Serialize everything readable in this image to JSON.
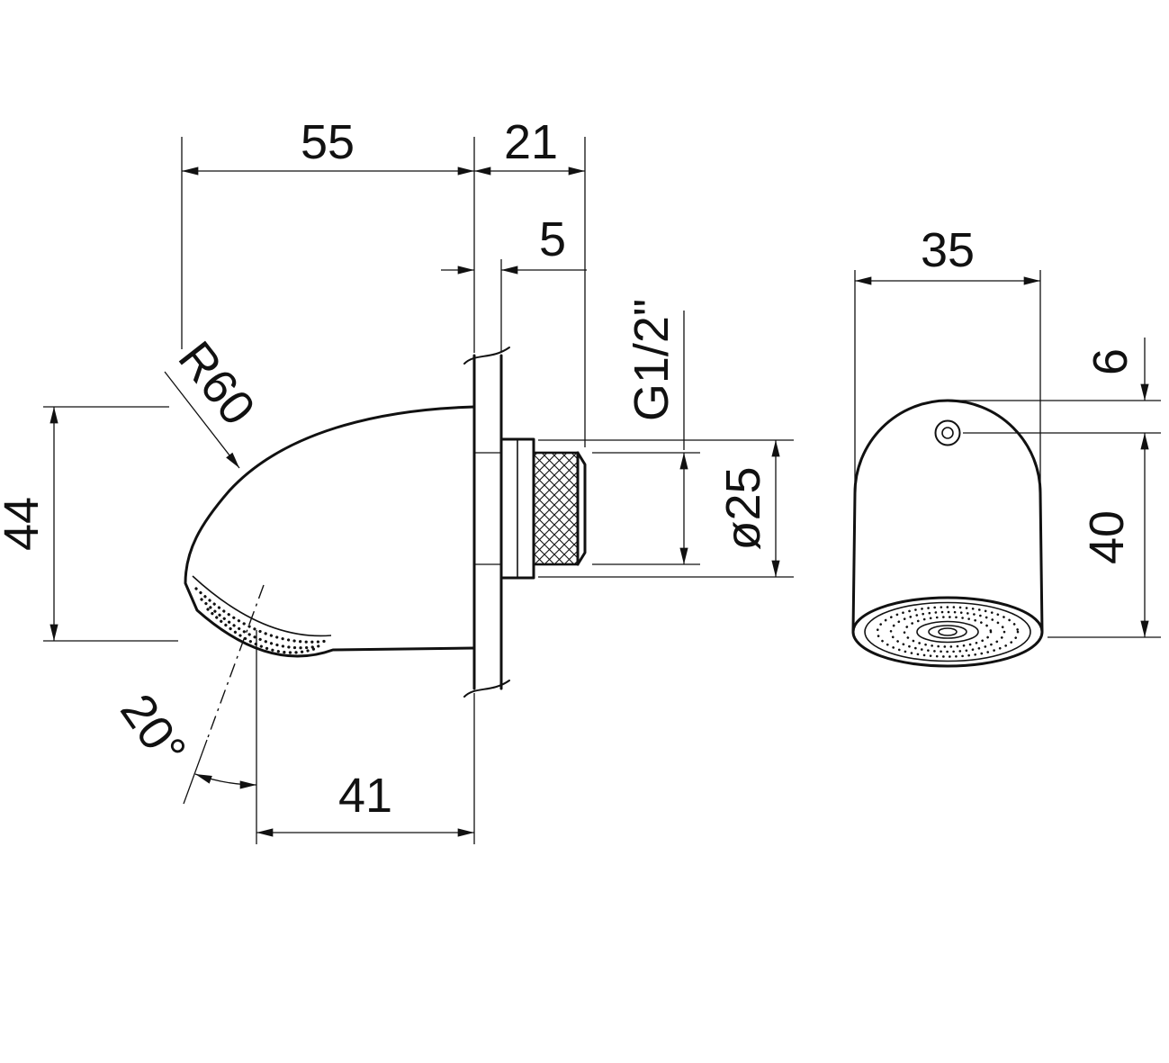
{
  "drawing": {
    "type": "technical-drawing",
    "subject": "wall-mounted shower head, two orthographic views",
    "colors": {
      "line": "#111111",
      "background": "#ffffff"
    },
    "side": {
      "dim_depth": "55",
      "dim_wall": "21",
      "dim_plate": "5",
      "dim_thread": "G1/2\"",
      "dim_diameter": "ø25",
      "dim_height": "44",
      "dim_radius": "R60",
      "dim_angle": "20°",
      "dim_spray": "41"
    },
    "front": {
      "dim_width": "35",
      "dim_screw": "6",
      "dim_height": "40"
    }
  }
}
